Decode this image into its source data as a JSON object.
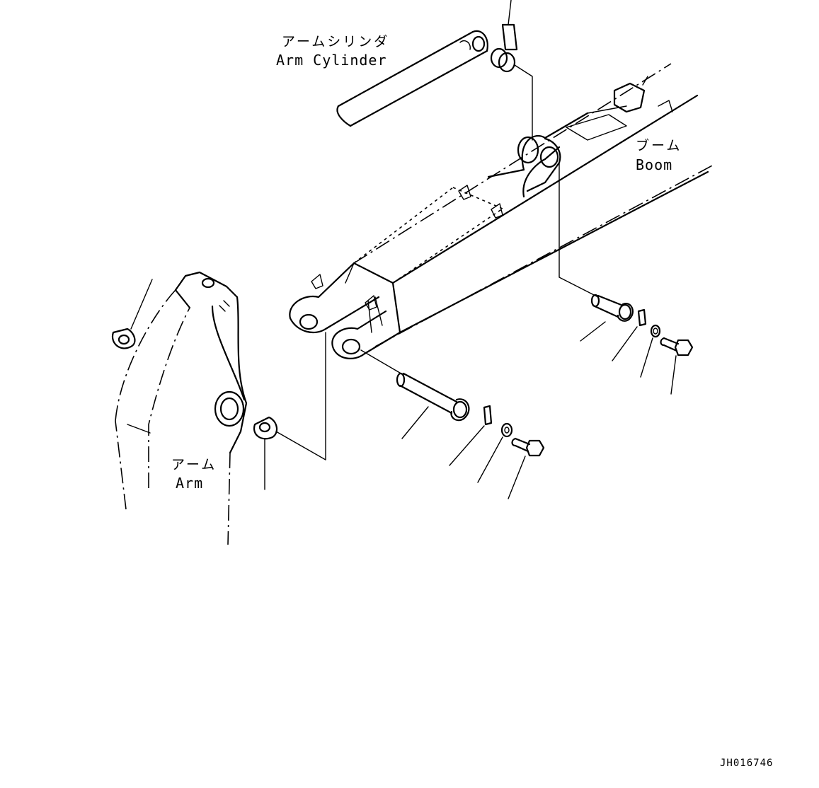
{
  "labels": {
    "arm_cylinder_jp": "アームシリンダ",
    "arm_cylinder_en": "Arm Cylinder",
    "boom_jp": "ブーム",
    "boom_en": "Boom",
    "arm_jp": "アーム",
    "arm_en": "Arm",
    "drawing_id": "JH016746"
  },
  "colors": {
    "line": "#000000",
    "background": "#ffffff"
  }
}
